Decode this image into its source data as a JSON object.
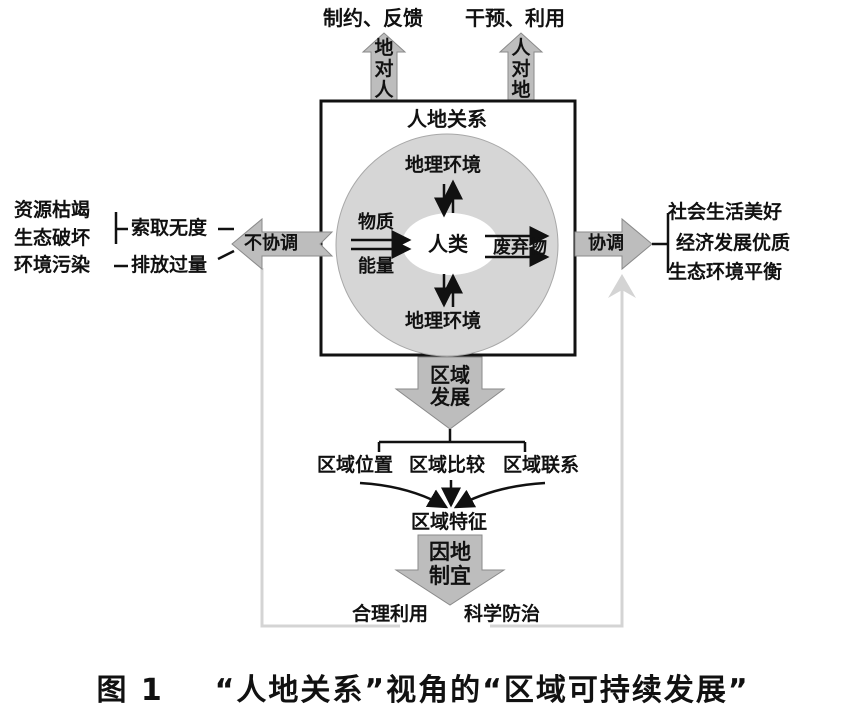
{
  "top": {
    "left_label": "制约、反馈",
    "right_label": "干预、利用",
    "left_arrow_text": "地对人",
    "right_arrow_text": "人对地"
  },
  "box": {
    "title": "人地关系",
    "geo_env_top": "地理环境",
    "geo_env_bottom": "地理环境",
    "human": "人类",
    "material": "物质",
    "energy": "能量",
    "waste": "废弃物"
  },
  "left": {
    "resource": "资源枯竭",
    "ecology": "生态破坏",
    "pollution": "环境污染",
    "excessive": "索取无度",
    "overdischarge": "排放过量",
    "uncoordinated": "不协调"
  },
  "right": {
    "coordinated": "协调",
    "social": "社会生活美好",
    "economic": "经济发展优质",
    "ecological": "生态环境平衡"
  },
  "bottom": {
    "regional_development": "区域发展",
    "location": "区域位置",
    "comparison": "区域比较",
    "linkage": "区域联系",
    "characteristics": "区域特征",
    "local_conditions": "因地制宜",
    "rational_use": "合理利用",
    "scientific_prevention": "科学防治"
  },
  "caption": {
    "figure_no": "图 1",
    "text": "“人地关系”视角的“区域可持续发展”"
  }
}
